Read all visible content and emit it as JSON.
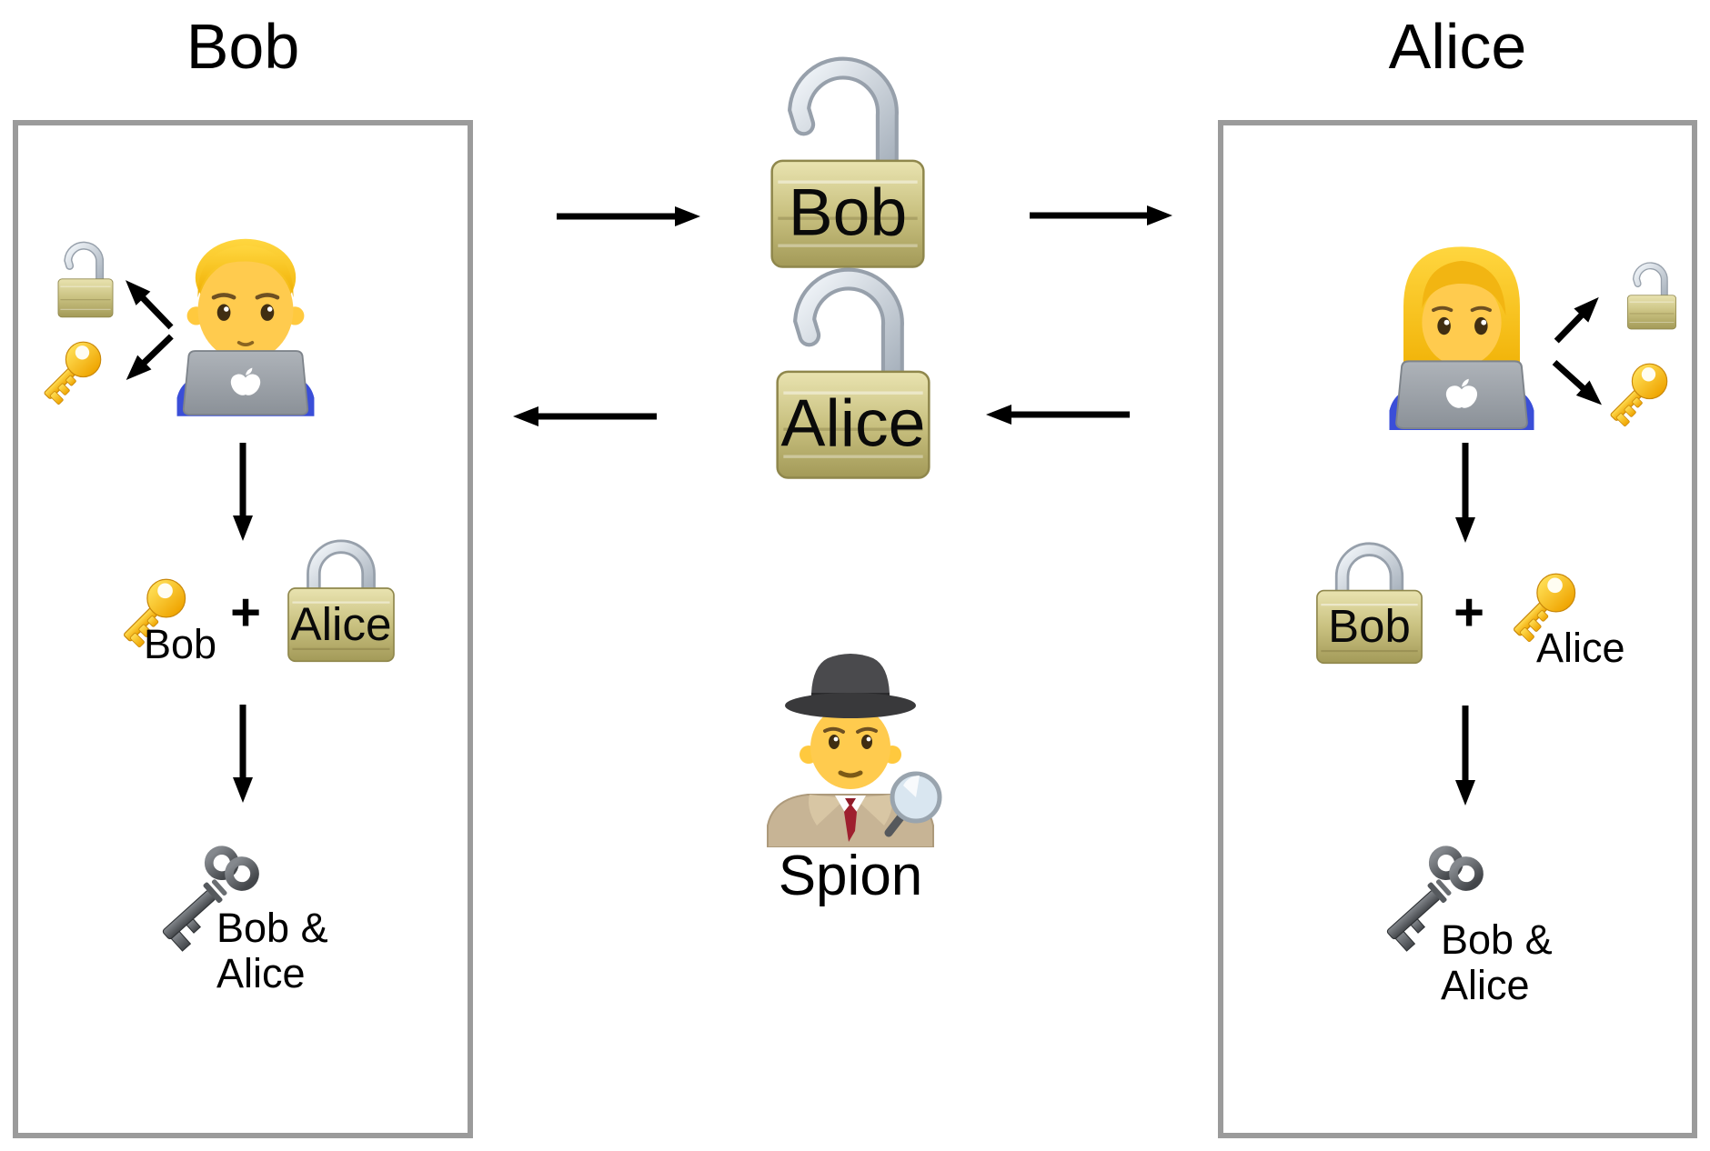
{
  "bob_panel": {
    "title": "Bob",
    "key_label": "Bob",
    "lock_label": "Alice",
    "plus": "+",
    "shared_key_label": "Bob &\nAlice"
  },
  "channel": {
    "bob_lock_label": "Bob",
    "alice_lock_label": "Alice",
    "spy_label": "Spion"
  },
  "alice_panel": {
    "title": "Alice",
    "lock_label": "Bob",
    "key_label": "Alice",
    "plus": "+",
    "shared_key_label": "Bob &\nAlice"
  },
  "icons": {
    "open_padlock": "unlocked padlock (brass body, silver open shackle)",
    "closed_padlock": "locked padlock (brass body, silver closed shackle)",
    "key": "gold key, bow top-right, teeth bottom-left",
    "old_key": "antique dark-gray key, two-lobe bow",
    "man_technologist": "blond man behind gray laptop with white apple logo, blue shirt",
    "woman_technologist": "blond long-haired woman behind gray laptop with white apple logo, blue shirt",
    "detective": "spy with dark fedora, tan trench coat, red tie, magnifying glass"
  },
  "colors": {
    "panel_border": "#9B9B9B",
    "arrow": "#000000",
    "padlock_brass": "#C9C180",
    "shackle_silver": "#C6CFD8",
    "key_gold": "#FFD21E",
    "old_key_gray": "#5F6367",
    "laptop_gray": "#9BA1A8",
    "shirt_blue": "#3A4ED8",
    "coat_tan": "#C7B495",
    "text": "#000000"
  }
}
